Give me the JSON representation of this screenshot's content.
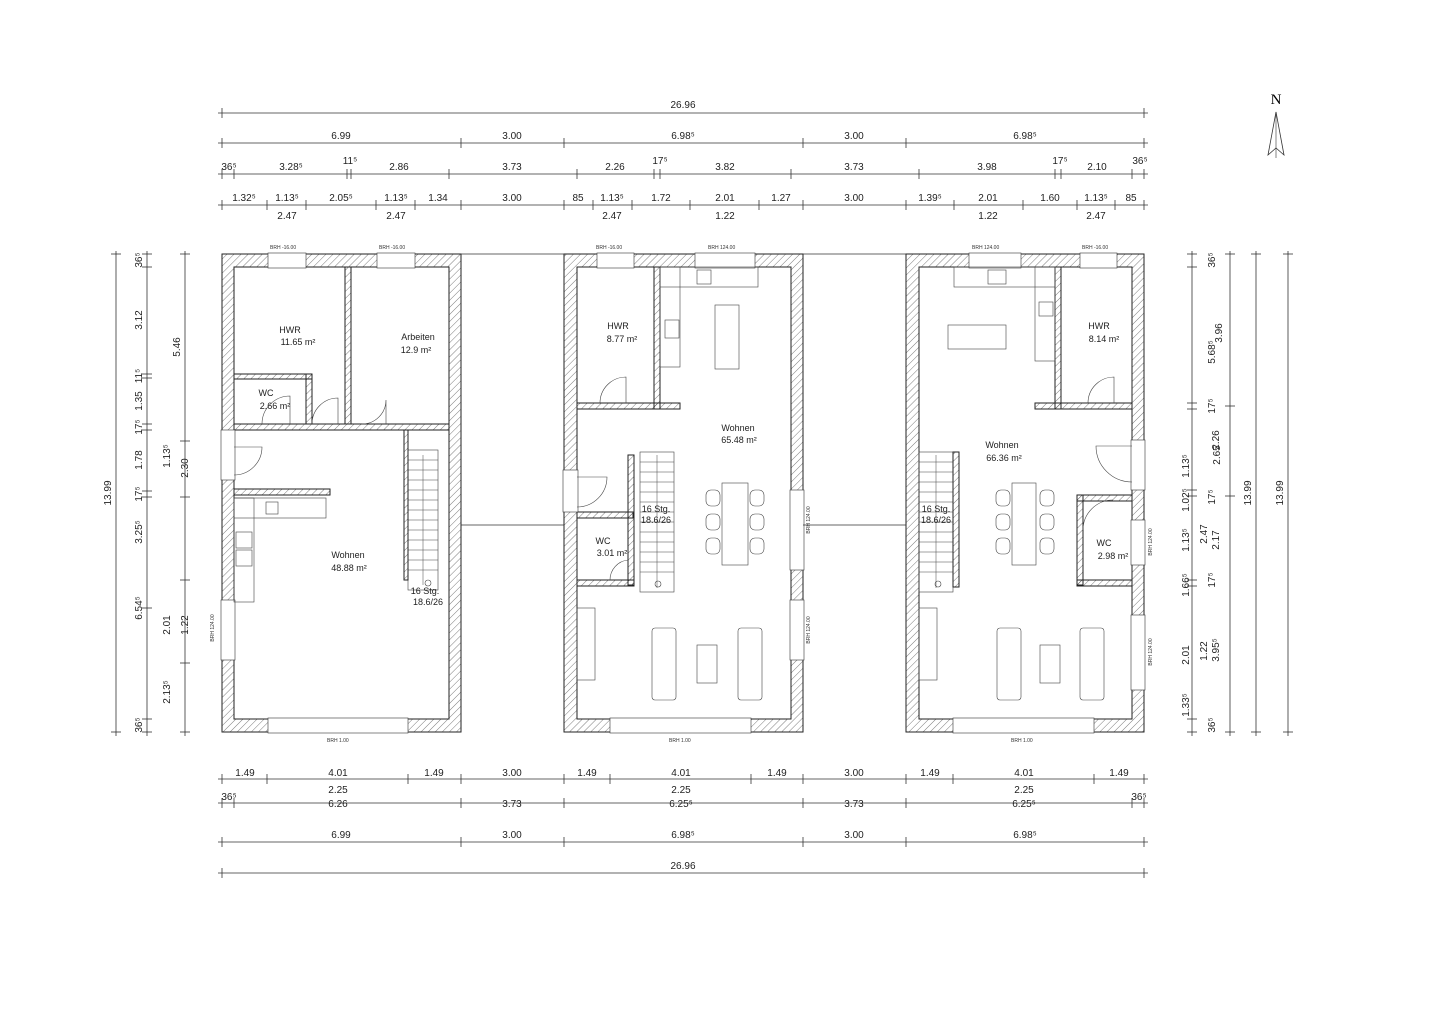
{
  "north": "N",
  "dims_top": {
    "total": "26.96",
    "row2": [
      "6.99",
      "3.00",
      "6.98⁵",
      "3.00",
      "6.98⁵"
    ],
    "row3": [
      "36⁵",
      "3.28⁵",
      "11⁵",
      "2.86",
      "3.73",
      "2.26",
      "17⁵",
      "3.82",
      "3.73",
      "3.98",
      "17⁵",
      "2.10",
      "36⁵"
    ],
    "row4a": [
      "1.32⁵",
      "1.13⁵",
      "2.05⁵",
      "1.13⁵",
      "1.34",
      "3.00",
      "85",
      "1.13⁵",
      "1.72",
      "2.01",
      "1.27",
      "3.00",
      "1.39⁵",
      "2.01",
      "1.60",
      "1.13⁵",
      "85"
    ],
    "row4b": [
      "2.47",
      "2.47",
      "2.47",
      "1.22",
      "1.22",
      "2.47"
    ]
  },
  "dims_bottom": {
    "row1": [
      "1.49",
      "4.01",
      "1.49",
      "3.00",
      "1.49",
      "4.01",
      "1.49",
      "3.00",
      "1.49",
      "4.01",
      "1.49"
    ],
    "row2a": [
      "2.25",
      "2.25",
      "2.25"
    ],
    "row2b": [
      "36⁵",
      "6.26",
      "3.73",
      "6.25⁵",
      "3.73",
      "6.25⁵",
      "36⁵"
    ],
    "row3": [
      "6.99",
      "3.00",
      "6.98⁵",
      "3.00",
      "6.98⁵"
    ],
    "total": "26.96"
  },
  "dims_left": {
    "outer": "13.99",
    "mid": [
      "36⁵",
      "3.12",
      "11⁵",
      "1.35",
      "17⁵",
      "1.78",
      "17⁵",
      "3.25⁵",
      "6.54⁵",
      "2.01",
      "2.13⁵",
      "36⁵"
    ],
    "inner": [
      "5.46",
      "1.13⁵",
      "2.30",
      "1.22"
    ]
  },
  "dims_right": {
    "a": [
      "36⁵",
      "5.68⁵",
      "17⁵",
      "2.26",
      "1.13⁵",
      "1.02⁵",
      "17⁵",
      "2.47",
      "1.13⁵",
      "2.17",
      "17⁵",
      "1.66⁵",
      "1.22",
      "2.01",
      "1.33⁵",
      "36⁵",
      "3.95⁵"
    ],
    "b": [
      "3.96",
      "2.65"
    ],
    "c": "13.99",
    "d": "13.99"
  },
  "rooms": [
    {
      "name": "HWR",
      "area": "11.65 m²"
    },
    {
      "name": "Arbeiten",
      "area": "12.9 m²"
    },
    {
      "name": "WC",
      "area": "2.66 m²"
    },
    {
      "name": "Wohnen",
      "area": "48.88 m²"
    },
    {
      "name": "HWR",
      "area": "8.77 m²"
    },
    {
      "name": "Wohnen",
      "area": "65.48 m²"
    },
    {
      "name": "WC",
      "area": "3.01 m²"
    },
    {
      "name": "HWR",
      "area": "8.14 m²"
    },
    {
      "name": "Wohnen",
      "area": "66.36 m²"
    },
    {
      "name": "WC",
      "area": "2.98 m²"
    }
  ],
  "stairs": [
    {
      "steps": "16 Stg.",
      "ratio": "18.6/26"
    },
    {
      "steps": "16 Stg.",
      "ratio": "18.6/26"
    },
    {
      "steps": "16 Stg.",
      "ratio": "18.6/26"
    }
  ],
  "brh": {
    "m16": "BRH -16.00",
    "p124": "BRH 124.00",
    "p1": "BRH 1.00"
  }
}
